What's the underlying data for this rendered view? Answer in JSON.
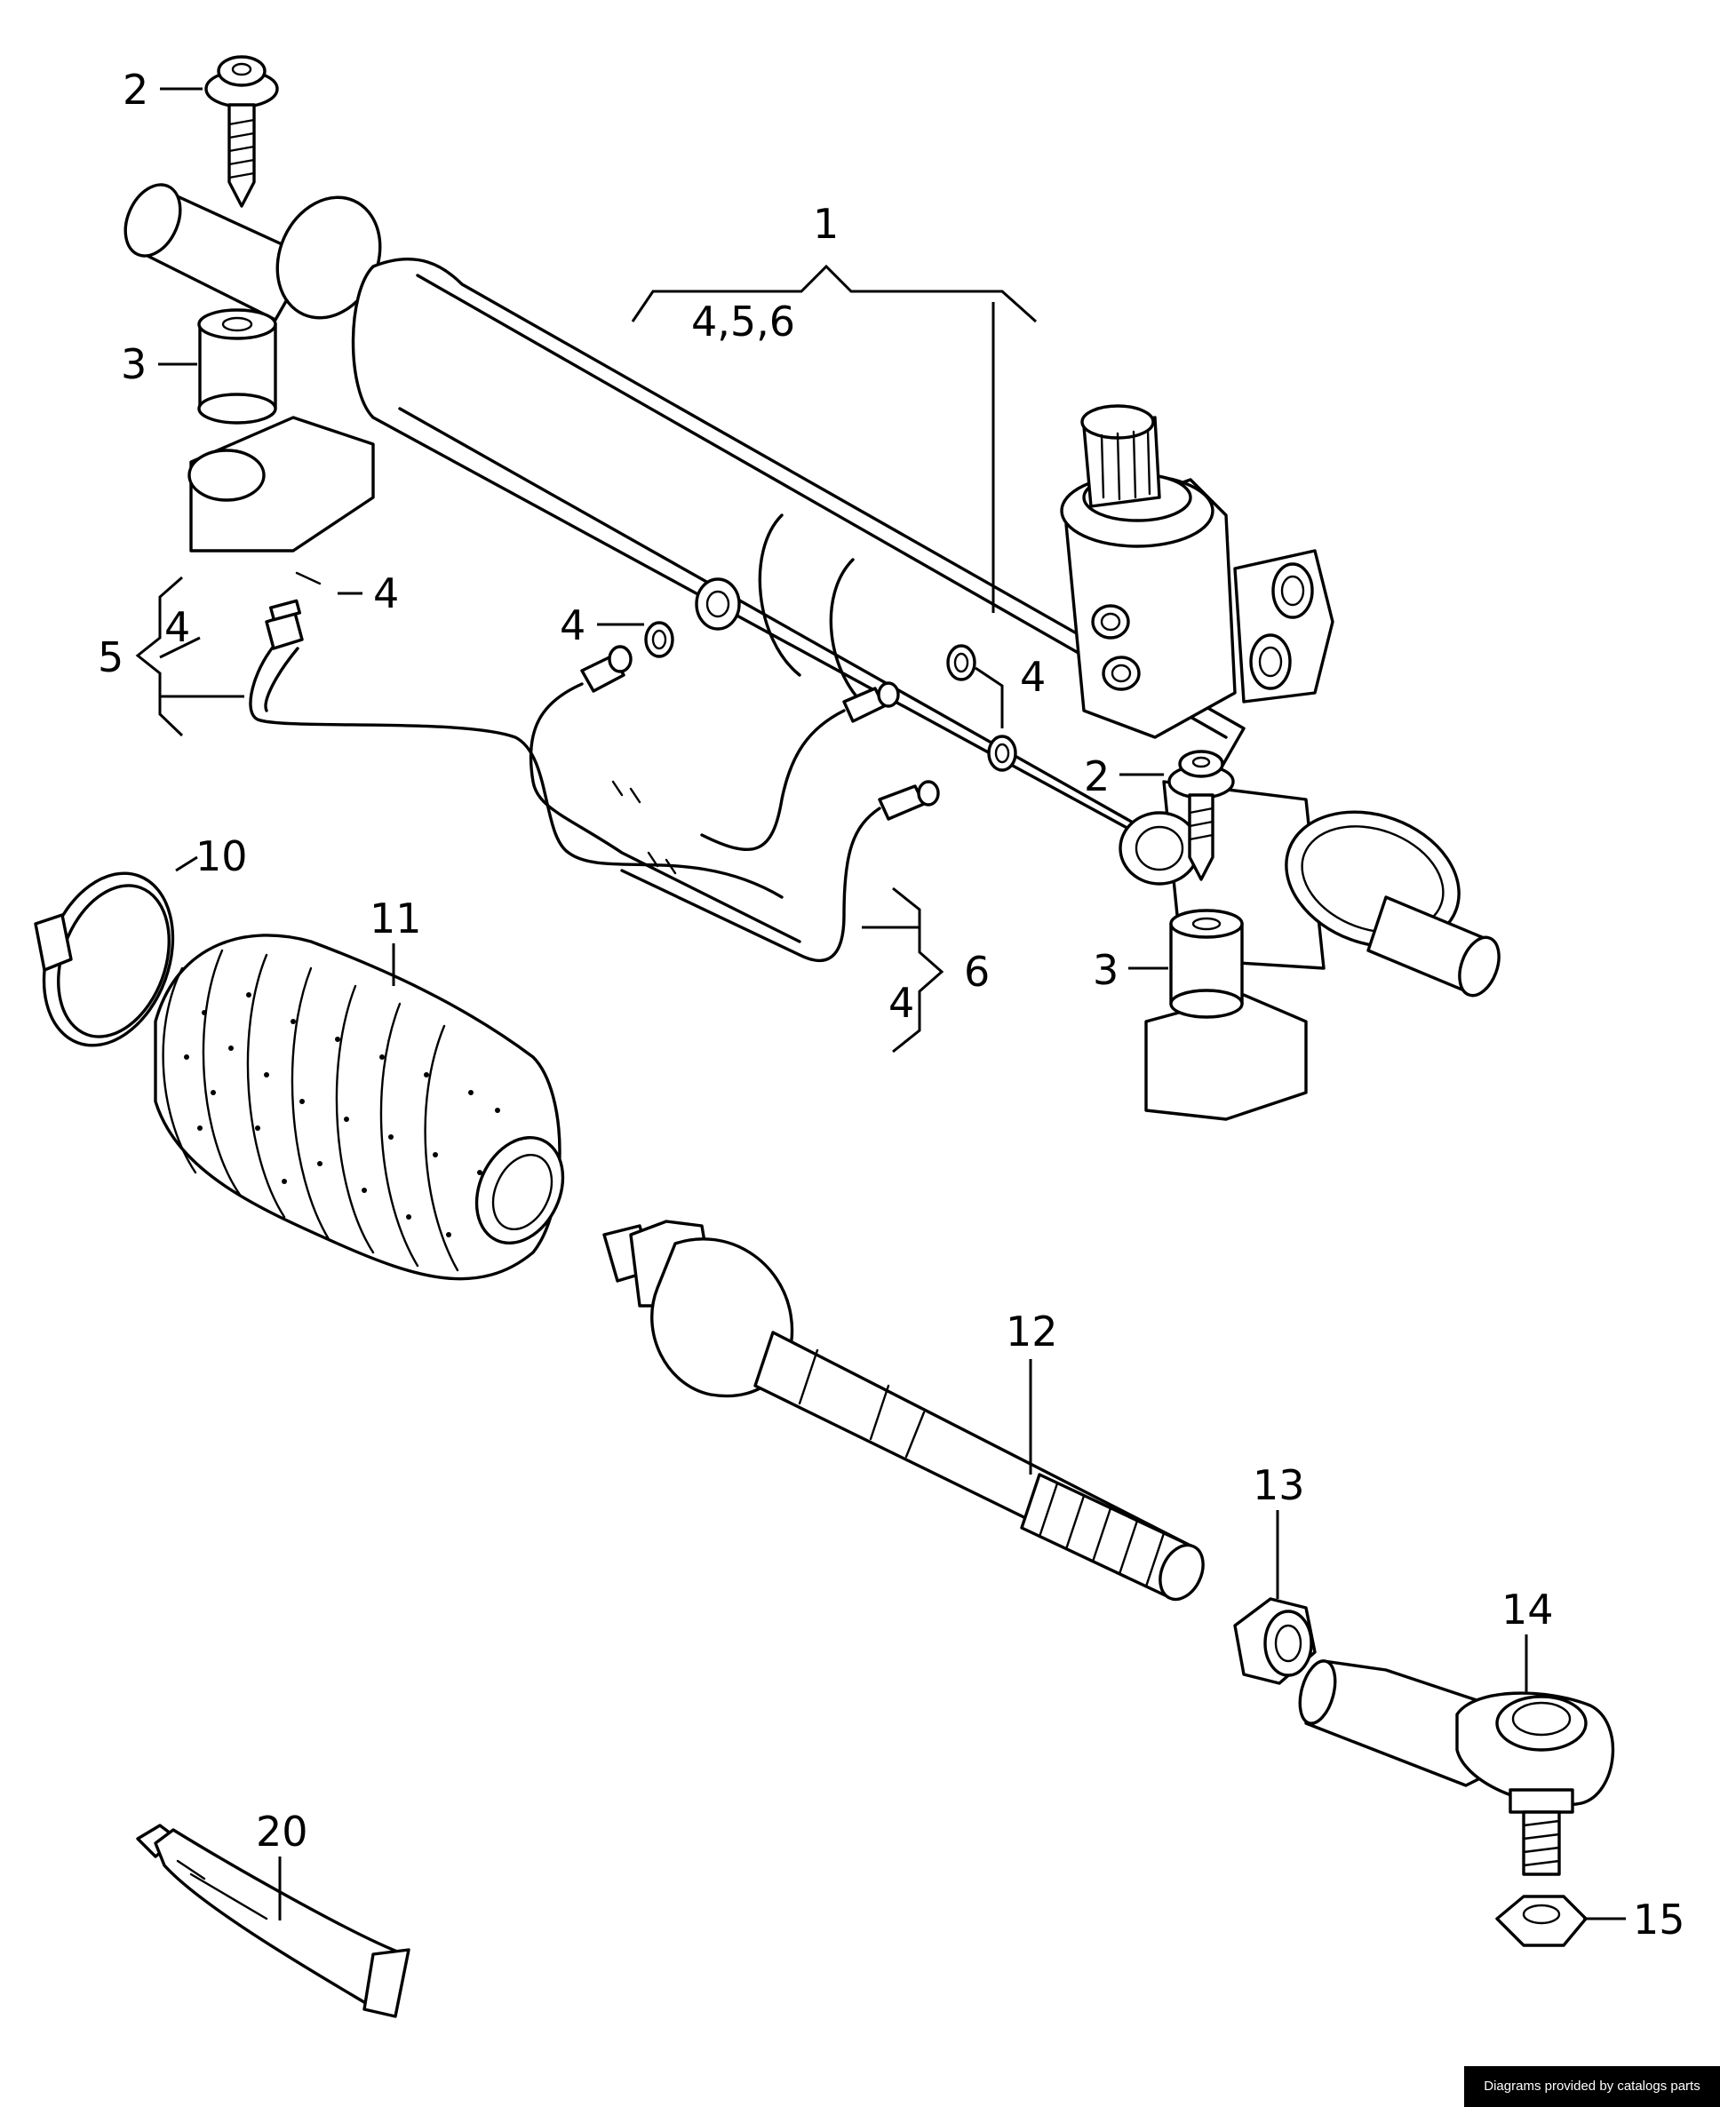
{
  "callouts": {
    "c1": "1",
    "c1_sub": "4,5,6",
    "c2_top": "2",
    "c2_right": "2",
    "c3_left": "3",
    "c3_right": "3",
    "c4_clip": "4",
    "c4_grp5": "4",
    "c4_bolt": "4",
    "c4_washer": "4",
    "c4_grp6": "4",
    "c5": "5",
    "c6": "6",
    "c10": "10",
    "c11": "11",
    "c12": "12",
    "c13": "13",
    "c14": "14",
    "c15": "15",
    "c20": "20"
  },
  "footer": {
    "credit": "Diagrams provided by catalogs parts"
  }
}
